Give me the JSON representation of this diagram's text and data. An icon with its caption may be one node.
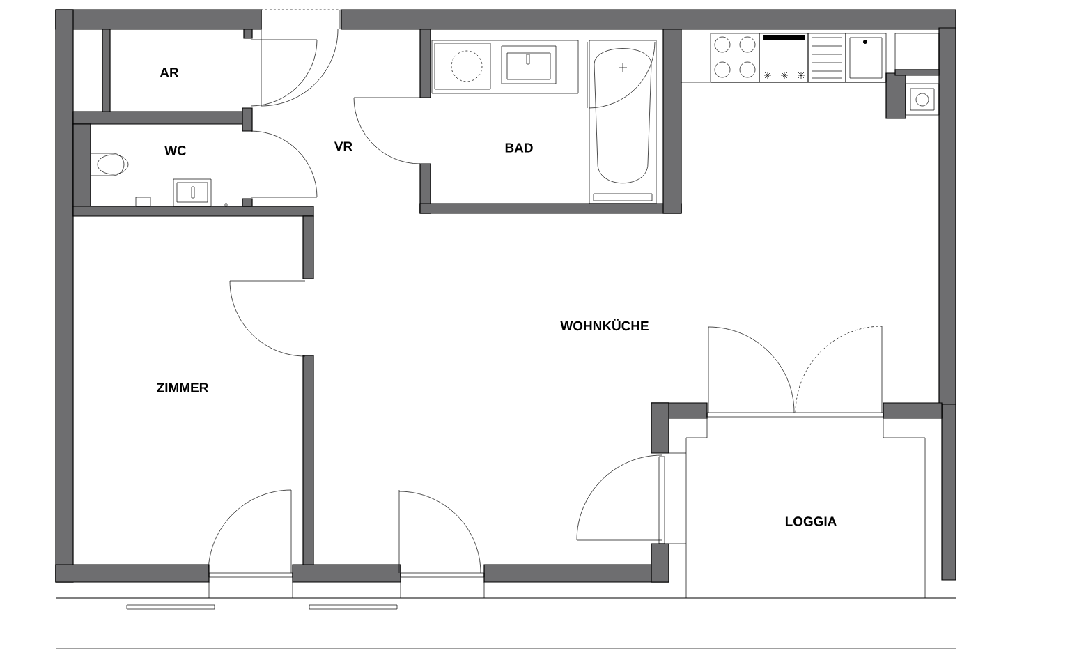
{
  "diagram": {
    "labels": [
      "AR",
      "WC",
      "VR",
      "BAD",
      "WOHNKÜCHE",
      "ZIMMER",
      "LOGGIA"
    ]
  }
}
